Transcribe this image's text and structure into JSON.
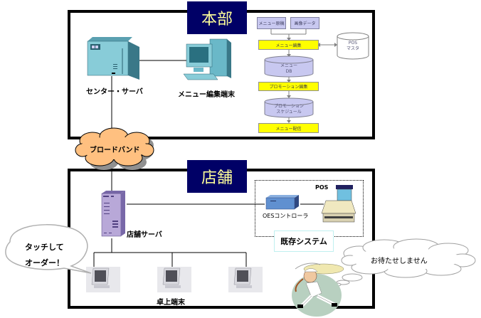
{
  "headquarters": {
    "title": "本部",
    "center_server_label": "センター・サーバ",
    "menu_terminal_label": "メニュー編集端末",
    "flow": {
      "doc_menu_draft": "メニュー原稿",
      "doc_image_data": "画像データ",
      "proc_menu_edit": "メニュー編集",
      "db_pos_master_line1": "POS",
      "db_pos_master_line2": "マスタ",
      "db_menu_line1": "メニュー",
      "db_menu_line2": "DB",
      "proc_promotion_edit": "プロモーション編集",
      "db_promo_line1": "プロモーション",
      "db_promo_line2": "スケジュール",
      "proc_menu_delivery": "メニュー配信"
    }
  },
  "network": {
    "cloud_label": "ブロードバンド"
  },
  "store": {
    "title": "店舗",
    "store_server_label": "店舗サーバ",
    "oes_controller_label": "OESコントローラ",
    "pos_label": "POS",
    "existing_system_label": "既存システム",
    "table_terminal_label": "卓上端末"
  },
  "callouts": {
    "touch_order_line1": "タッチして",
    "touch_order_line2": "オーダー！",
    "waiter_thought": "お待たせしません"
  },
  "colors": {
    "title_bg": "#000066",
    "title_text": "#ffff99",
    "process_box": "#ffff00",
    "doc_box": "#c8c8f0",
    "cloud": "#ffc080",
    "center_server": "#88ccd8",
    "store_server": "#b8a8d8",
    "oes_controller": "#6090d0"
  }
}
